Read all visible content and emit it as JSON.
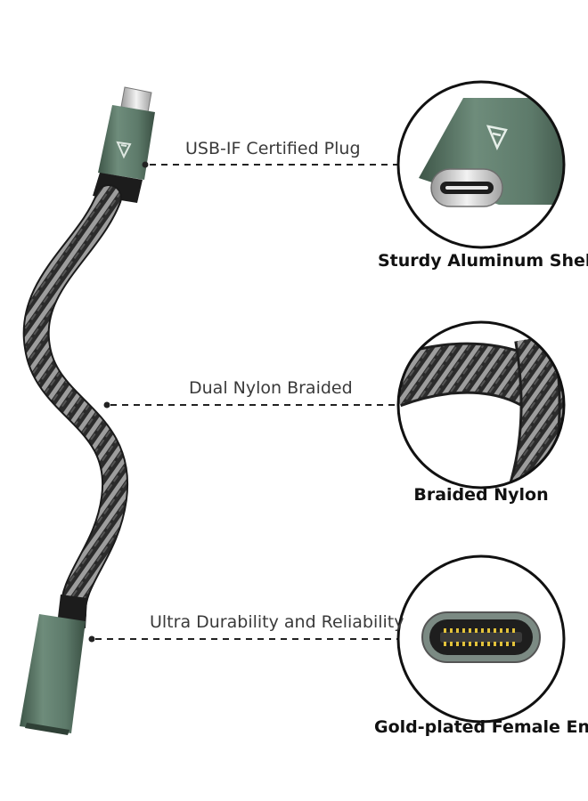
{
  "callouts": [
    {
      "label": "USB-IF Certified Plug"
    },
    {
      "label": "Dual Nylon Braided"
    },
    {
      "label": "Ultra Durability and Reliability"
    }
  ],
  "features": [
    {
      "caption": "Sturdy Aluminum Shell",
      "icon": "usb-c-plug-closeup"
    },
    {
      "caption": "Braided Nylon",
      "icon": "braided-cable-closeup"
    },
    {
      "caption": "Gold-plated Female End",
      "icon": "usb-c-port-closeup"
    }
  ],
  "colors": {
    "shell": "#5d7a6a",
    "shell_dark": "#3e5648",
    "braid_dark": "#2b2b2b",
    "braid_light": "#a8a8a8",
    "gold": "#e2c23a"
  }
}
